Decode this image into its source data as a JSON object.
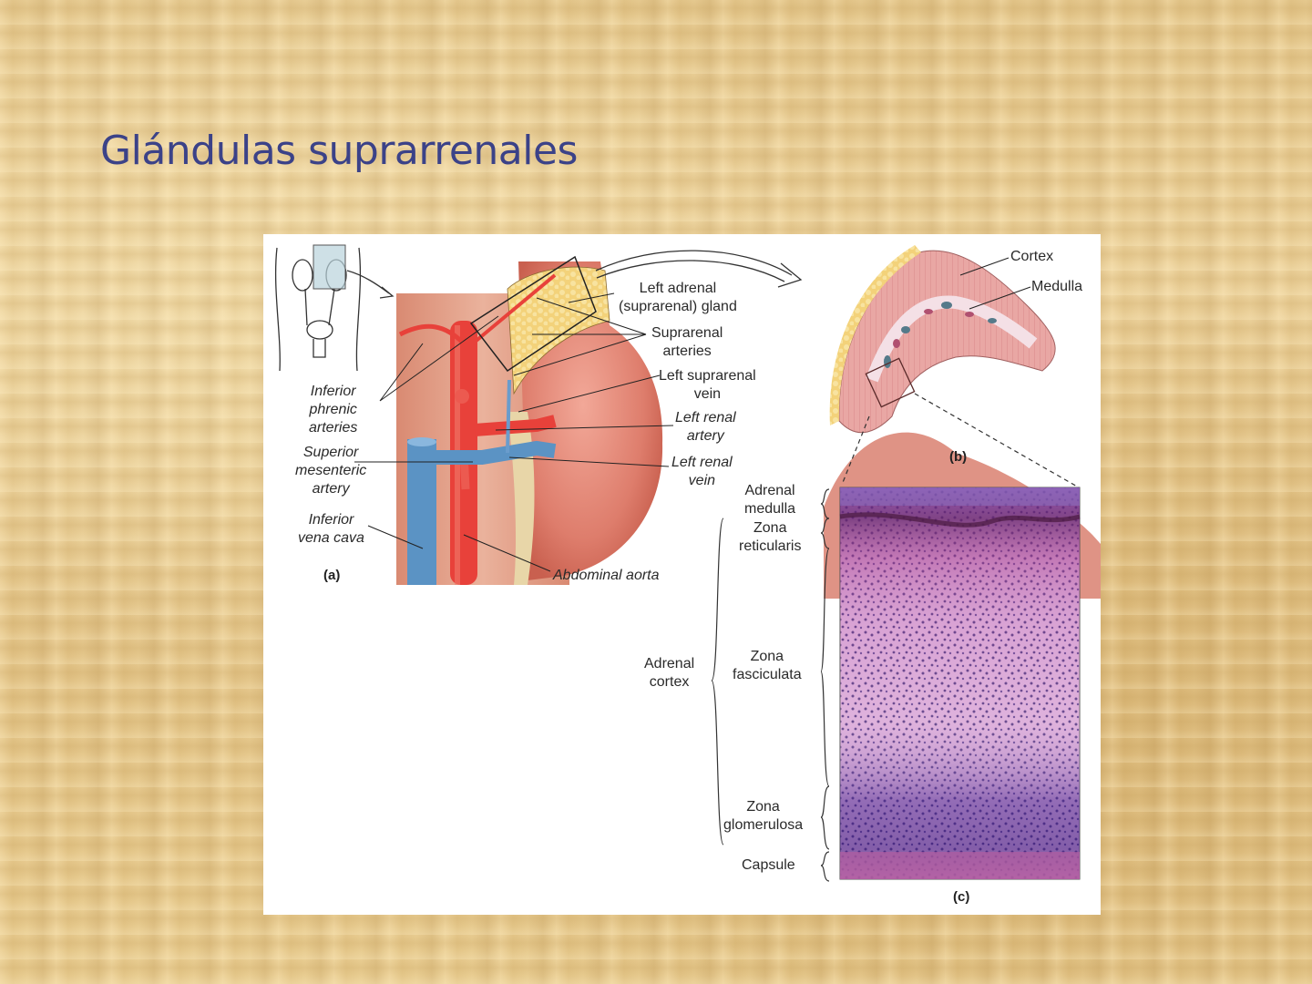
{
  "slide": {
    "title": "Glándulas suprarrenales",
    "title_color": "#3b4288",
    "background": "parchment texture"
  },
  "figure": {
    "panel_a": {
      "letter": "(a)",
      "labels": {
        "inferior_phrenic": [
          "Inferior",
          "phrenic",
          "arteries"
        ],
        "superior_mesenteric": [
          "Superior",
          "mesenteric",
          "artery"
        ],
        "inferior_vena_cava": [
          "Inferior",
          "vena cava"
        ],
        "left_adrenal": [
          "Left adrenal",
          "(suprarenal) gland"
        ],
        "suprarenal_arteries": [
          "Suprarenal",
          "arteries"
        ],
        "left_suprarenal_vein": [
          "Left suprarenal",
          "vein"
        ],
        "left_renal_artery": [
          "Left renal",
          "artery"
        ],
        "left_renal_vein": [
          "Left renal",
          "vein"
        ],
        "abdominal_aorta": "Abdominal aorta"
      }
    },
    "panel_b": {
      "letter": "(b)",
      "labels": {
        "cortex": "Cortex",
        "medulla": "Medulla"
      }
    },
    "panel_c": {
      "letter": "(c)",
      "labels": {
        "adrenal_medulla": [
          "Adrenal",
          "medulla"
        ],
        "zona_reticularis": [
          "Zona",
          "reticularis"
        ],
        "zona_fasciculata": [
          "Zona",
          "fasciculata"
        ],
        "zona_glomerulosa": [
          "Zona",
          "glomerulosa"
        ],
        "capsule": "Capsule",
        "adrenal_cortex": [
          "Adrenal",
          "cortex"
        ]
      }
    },
    "colors": {
      "artery": "#e8413a",
      "vein": "#5b93c4",
      "kidney": "#e08a7a",
      "adrenal_fat": "#f0c860",
      "cortex_pink": "#eeb3b3",
      "histology_purple": "#9a5aa8"
    }
  }
}
